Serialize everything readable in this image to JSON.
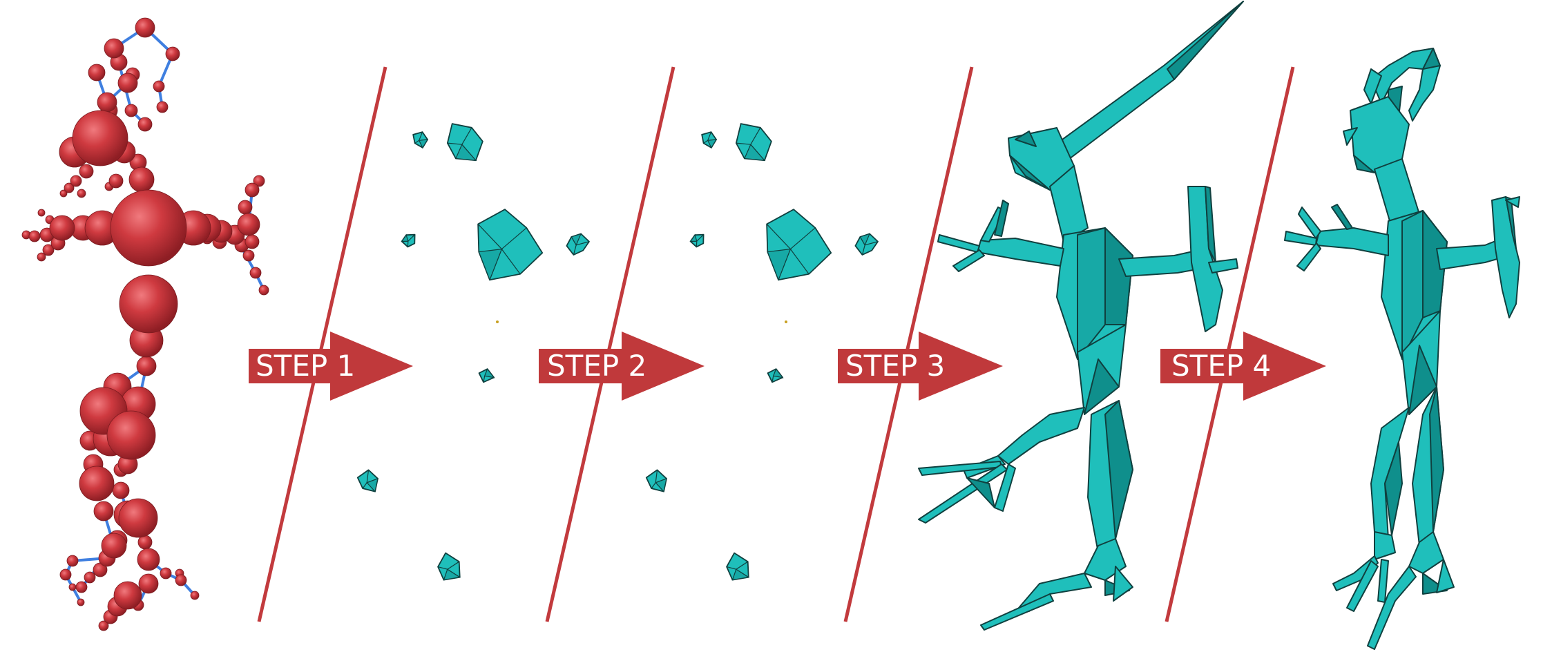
{
  "steps": [
    {
      "label": "STEP 1"
    },
    {
      "label": "STEP 2"
    },
    {
      "label": "STEP 3"
    },
    {
      "label": "STEP 4"
    }
  ],
  "colors": {
    "arrow": "#c0393b",
    "divider": "#c23a3d",
    "sphere": "#c8323a",
    "sphere_highlight": "#e86a6e",
    "bone": "#3f7fe0",
    "mesh": "#1fbfbb",
    "mesh_dark": "#0f8f8c",
    "mesh_edge": "#10403f"
  },
  "icons": {
    "skeleton": "sphere-skeleton-icon",
    "fragments": "mesh-fragments-icon",
    "mesh": "polygon-mesh-icon"
  }
}
